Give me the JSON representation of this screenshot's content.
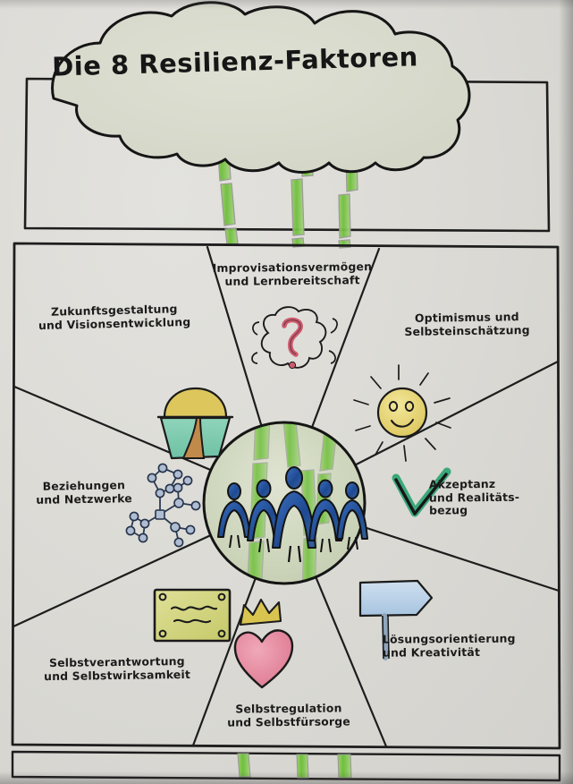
{
  "poster": {
    "title": "Die 8 Resilienz-Faktoren",
    "medium": "hand-drawn flipchart",
    "language": "de",
    "colors": {
      "paper": "#dcdbd6",
      "ink": "#1b1b1b",
      "bamboo_green": "#7dc24b",
      "figure_blue": "#2f5fa8",
      "center_fill": "#cfd6c0",
      "sun_yellow": "#e8d77a",
      "check_green": "#3aa878",
      "heart_pink": "#e38a9e",
      "crown_yellow": "#d9c44f",
      "sign_blue": "#b8cfe6",
      "note_olive": "#cfd17a",
      "vision_teal": "#7fc9ad",
      "path_brown": "#c08a4a",
      "question_red": "#cf5a6e"
    }
  },
  "header": {
    "cloud_label": "speech-cloud",
    "title": "Die 8 Resilienz-Faktoren",
    "bamboo_count": 3
  },
  "center": {
    "figures": 5,
    "figure_label": "group-of-people",
    "background": "bamboo"
  },
  "factors": [
    {
      "id": "improvisation",
      "position": "top",
      "label": "Improvisationsvermögen\nund Lernbereitschaft",
      "icon": "brain-question-mark-icon"
    },
    {
      "id": "optimismus",
      "position": "top-right",
      "label": "Optimismus und\nSelbsteinschätzung",
      "icon": "smiling-sun-icon"
    },
    {
      "id": "akzeptanz",
      "position": "right",
      "label": "Akzeptanz\nund Realitäts-\nbezug",
      "icon": "green-checkmark-icon"
    },
    {
      "id": "loesungsorientierung",
      "position": "bottom-right",
      "label": "Lösungsorientierung\nund Kreativität",
      "icon": "signpost-arrow-icon"
    },
    {
      "id": "selbstregulation",
      "position": "bottom",
      "label": "Selbstregulation\nund Selbstfürsorge",
      "icon": "crowned-heart-icon"
    },
    {
      "id": "selbstverantwortung",
      "position": "bottom-left",
      "label": "Selbstverantwortung\nund Selbstwirksamkeit",
      "icon": "pinned-note-icon"
    },
    {
      "id": "beziehungen",
      "position": "left",
      "label": "Beziehungen\nund Netzwerke",
      "icon": "network-nodes-icon"
    },
    {
      "id": "zukunft",
      "position": "top-left",
      "label": "Zukunftsgestaltung\nund Visionsentwicklung",
      "icon": "sunrise-horizon-icon"
    }
  ]
}
